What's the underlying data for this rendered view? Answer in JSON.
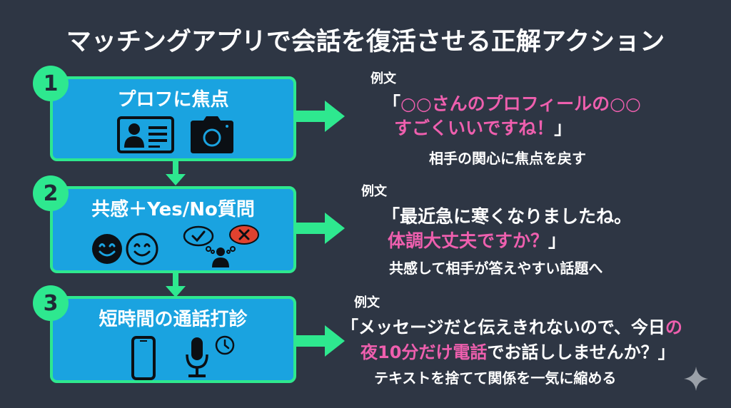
{
  "title": "マッチングアプリで会話を復活させる正解アクション",
  "colors": {
    "background": "#2e3644",
    "box_fill": "#1aa3e0",
    "accent_green": "#2ee88f",
    "highlight_pink": "#ee5fae",
    "text_white": "#ffffff"
  },
  "steps": [
    {
      "number": "1",
      "title": "プロフに焦点",
      "icons": [
        "id-card-icon",
        "camera-icon"
      ],
      "example_label": "例文",
      "example_line1": {
        "open": "「",
        "pink": "○○さんのプロフィールの○○"
      },
      "example_line2": {
        "pink": "すごくいいですね！",
        "close": "」"
      },
      "note": "相手の関心に焦点を戻す"
    },
    {
      "number": "2",
      "title": "共感＋Yes/No質問",
      "icons": [
        "smile-filled-icon",
        "smile-outline-icon",
        "yes-no-thought-icon"
      ],
      "example_label": "例文",
      "example_line1": {
        "white": "「最近急に寒くなりましたね。"
      },
      "example_line2": {
        "pink": "体調大丈夫ですか？",
        "close": "」"
      },
      "note": "共感して相手が答えやすい話題へ"
    },
    {
      "number": "3",
      "title": "短時間の通話打診",
      "icons": [
        "smartphone-icon",
        "microphone-icon",
        "clock-icon"
      ],
      "example_label": "例文",
      "example_line1": {
        "white": "「メッセージだと伝えきれないので、今日",
        "pink": "の"
      },
      "example_line2": {
        "pink": "夜10分だけ電話",
        "white": "でお話ししませんか？」"
      },
      "note": "テキストを捨てて関係を一気に縮める"
    }
  ]
}
